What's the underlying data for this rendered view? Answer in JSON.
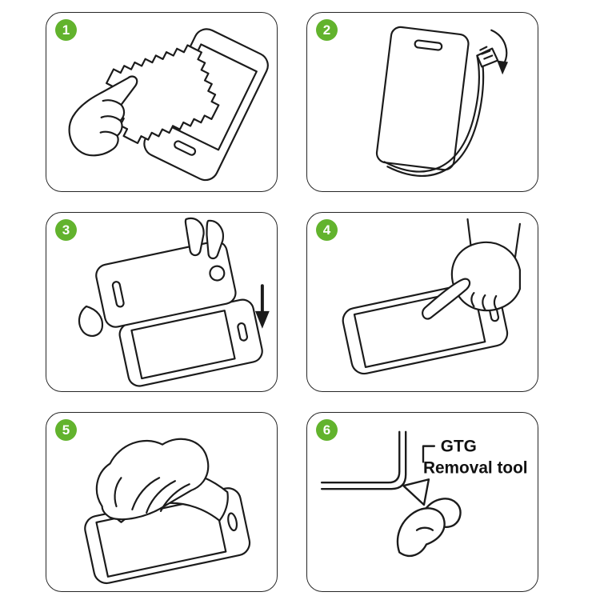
{
  "colors": {
    "green": "#62b32d",
    "line": "#1b1b1b",
    "background": "#ffffff"
  },
  "steps": [
    {
      "number": "1",
      "illustration": "wipe-screen-with-cloth"
    },
    {
      "number": "2",
      "illustration": "peel-protective-film"
    },
    {
      "number": "3",
      "illustration": "align-glass-over-phone"
    },
    {
      "number": "4",
      "illustration": "press-screen-center"
    },
    {
      "number": "5",
      "illustration": "smooth-out-film"
    },
    {
      "number": "6",
      "illustration": "use-removal-tool",
      "labels": [
        "GTG",
        "Removal tool"
      ]
    }
  ]
}
